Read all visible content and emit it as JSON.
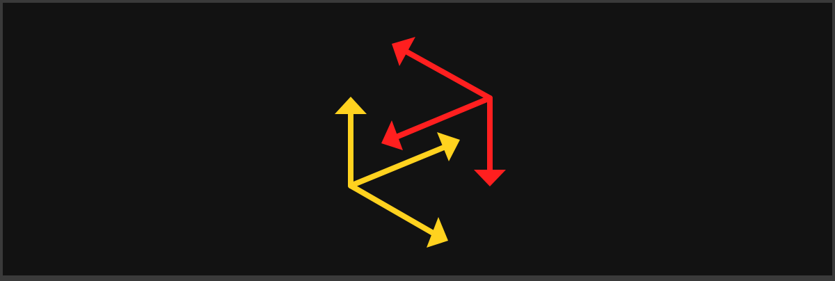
{
  "diagram": {
    "background_color": "#121212",
    "border_color": "#3a3a3a",
    "groups": [
      {
        "name": "yellow-arrow-set",
        "color": "#ffd21f",
        "arrows": [
          {
            "name": "yellow-arrow-up",
            "direction": "up"
          },
          {
            "name": "yellow-arrow-upper-right",
            "direction": "upper-right"
          },
          {
            "name": "yellow-arrow-lower-right",
            "direction": "lower-right"
          }
        ]
      },
      {
        "name": "red-arrow-set",
        "color": "#ff1f1f",
        "arrows": [
          {
            "name": "red-arrow-upper-left",
            "direction": "upper-left"
          },
          {
            "name": "red-arrow-lower-left",
            "direction": "lower-left"
          },
          {
            "name": "red-arrow-down",
            "direction": "down"
          }
        ]
      }
    ]
  }
}
